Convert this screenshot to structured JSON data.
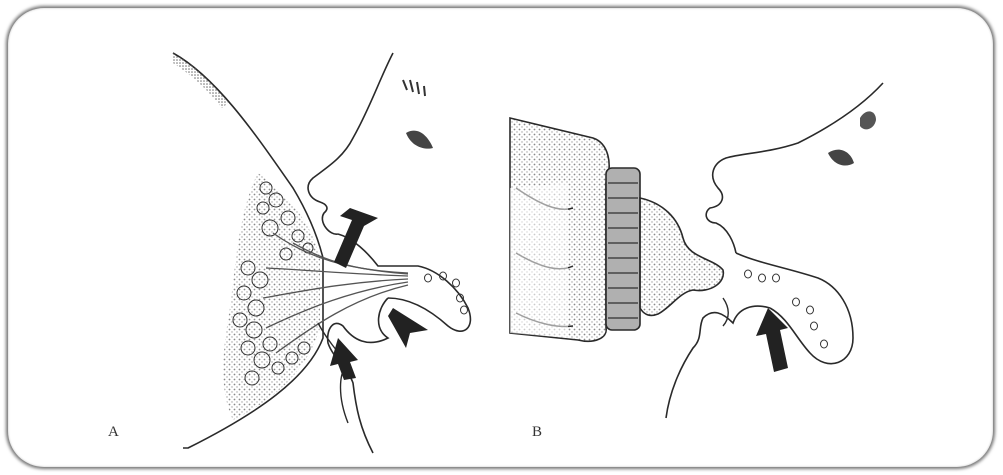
{
  "panels": [
    {
      "id": "A",
      "label": "A"
    },
    {
      "id": "B",
      "label": "B"
    }
  ],
  "colors": {
    "ink": "#2a2a2a",
    "arrow": "#222222",
    "stipple": "#8a8a8a",
    "frame_shadow": "#555555"
  }
}
